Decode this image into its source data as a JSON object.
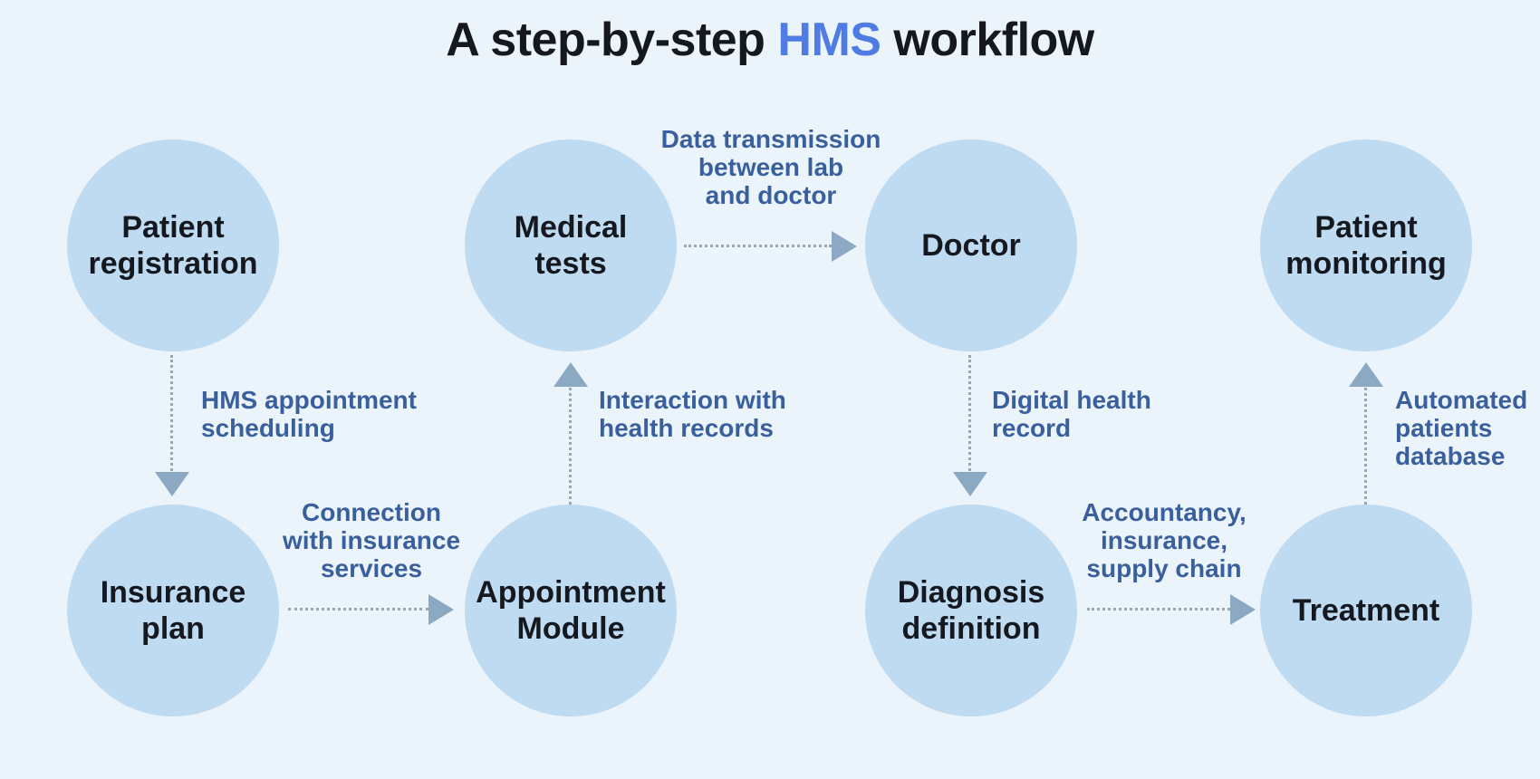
{
  "title": {
    "prefix": "A step-by-step ",
    "accent": "HMS",
    "suffix": " workflow"
  },
  "colors": {
    "background": "#ECF4FB",
    "circle_fill": "#BFDBF1",
    "node_text": "#15191F",
    "label_text": "#3A5F9D",
    "arrow": "#8CA9C4",
    "dot_line": "#9AA7B2",
    "title_text": "#15181D",
    "title_accent": "#4E7CE2"
  },
  "nodes": {
    "patient_registration": {
      "label": "Patient\nregistration"
    },
    "medical_tests": {
      "label": "Medical\ntests"
    },
    "doctor": {
      "label": "Doctor"
    },
    "patient_monitoring": {
      "label": "Patient\nmonitoring"
    },
    "insurance_plan": {
      "label": "Insurance\nplan"
    },
    "appointment_module": {
      "label": "Appointment\nModule"
    },
    "diagnosis_definition": {
      "label": "Diagnosis\ndefinition"
    },
    "treatment": {
      "label": "Treatment"
    }
  },
  "connections": {
    "registration_to_insurance": {
      "from": "Patient registration",
      "to": "Insurance plan",
      "direction": "down",
      "label": "HMS appointment\nscheduling"
    },
    "insurance_to_appointment": {
      "from": "Insurance plan",
      "to": "Appointment Module",
      "direction": "right",
      "label": "Connection\nwith insurance\nservices"
    },
    "appointment_to_medical": {
      "from": "Appointment Module",
      "to": "Medical tests",
      "direction": "up",
      "label": "Interaction with\nhealth records"
    },
    "medical_to_doctor": {
      "from": "Medical tests",
      "to": "Doctor",
      "direction": "right",
      "label": "Data transmission\nbetween lab\nand doctor"
    },
    "doctor_to_diagnosis": {
      "from": "Doctor",
      "to": "Diagnosis definition",
      "direction": "down",
      "label": "Digital health\nrecord"
    },
    "diagnosis_to_treatment": {
      "from": "Diagnosis definition",
      "to": "Treatment",
      "direction": "right",
      "label": "Accountancy,\ninsurance,\nsupply chain"
    },
    "treatment_to_monitoring": {
      "from": "Treatment",
      "to": "Patient monitoring",
      "direction": "up",
      "label": "Automated\npatients\ndatabase"
    }
  }
}
